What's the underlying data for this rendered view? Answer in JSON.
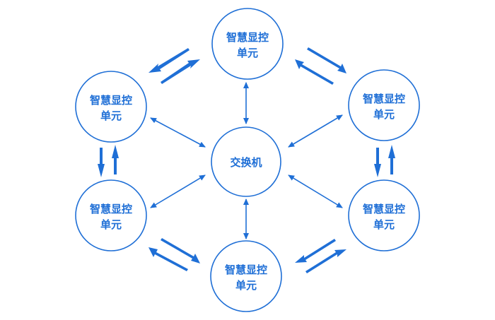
{
  "colors": {
    "stroke": "#1f6fd6",
    "fill": "#ffffff",
    "text": "#1f6fd6"
  },
  "hub": {
    "label": "交换机"
  },
  "units": [
    {
      "line1": "智慧显控",
      "line2": "单元"
    },
    {
      "line1": "智慧显控",
      "line2": "单元"
    },
    {
      "line1": "智慧显控",
      "line2": "单元"
    },
    {
      "line1": "智慧显控",
      "line2": "单元"
    },
    {
      "line1": "智慧显控",
      "line2": "单元"
    },
    {
      "line1": "智慧显控",
      "line2": "单元"
    }
  ]
}
